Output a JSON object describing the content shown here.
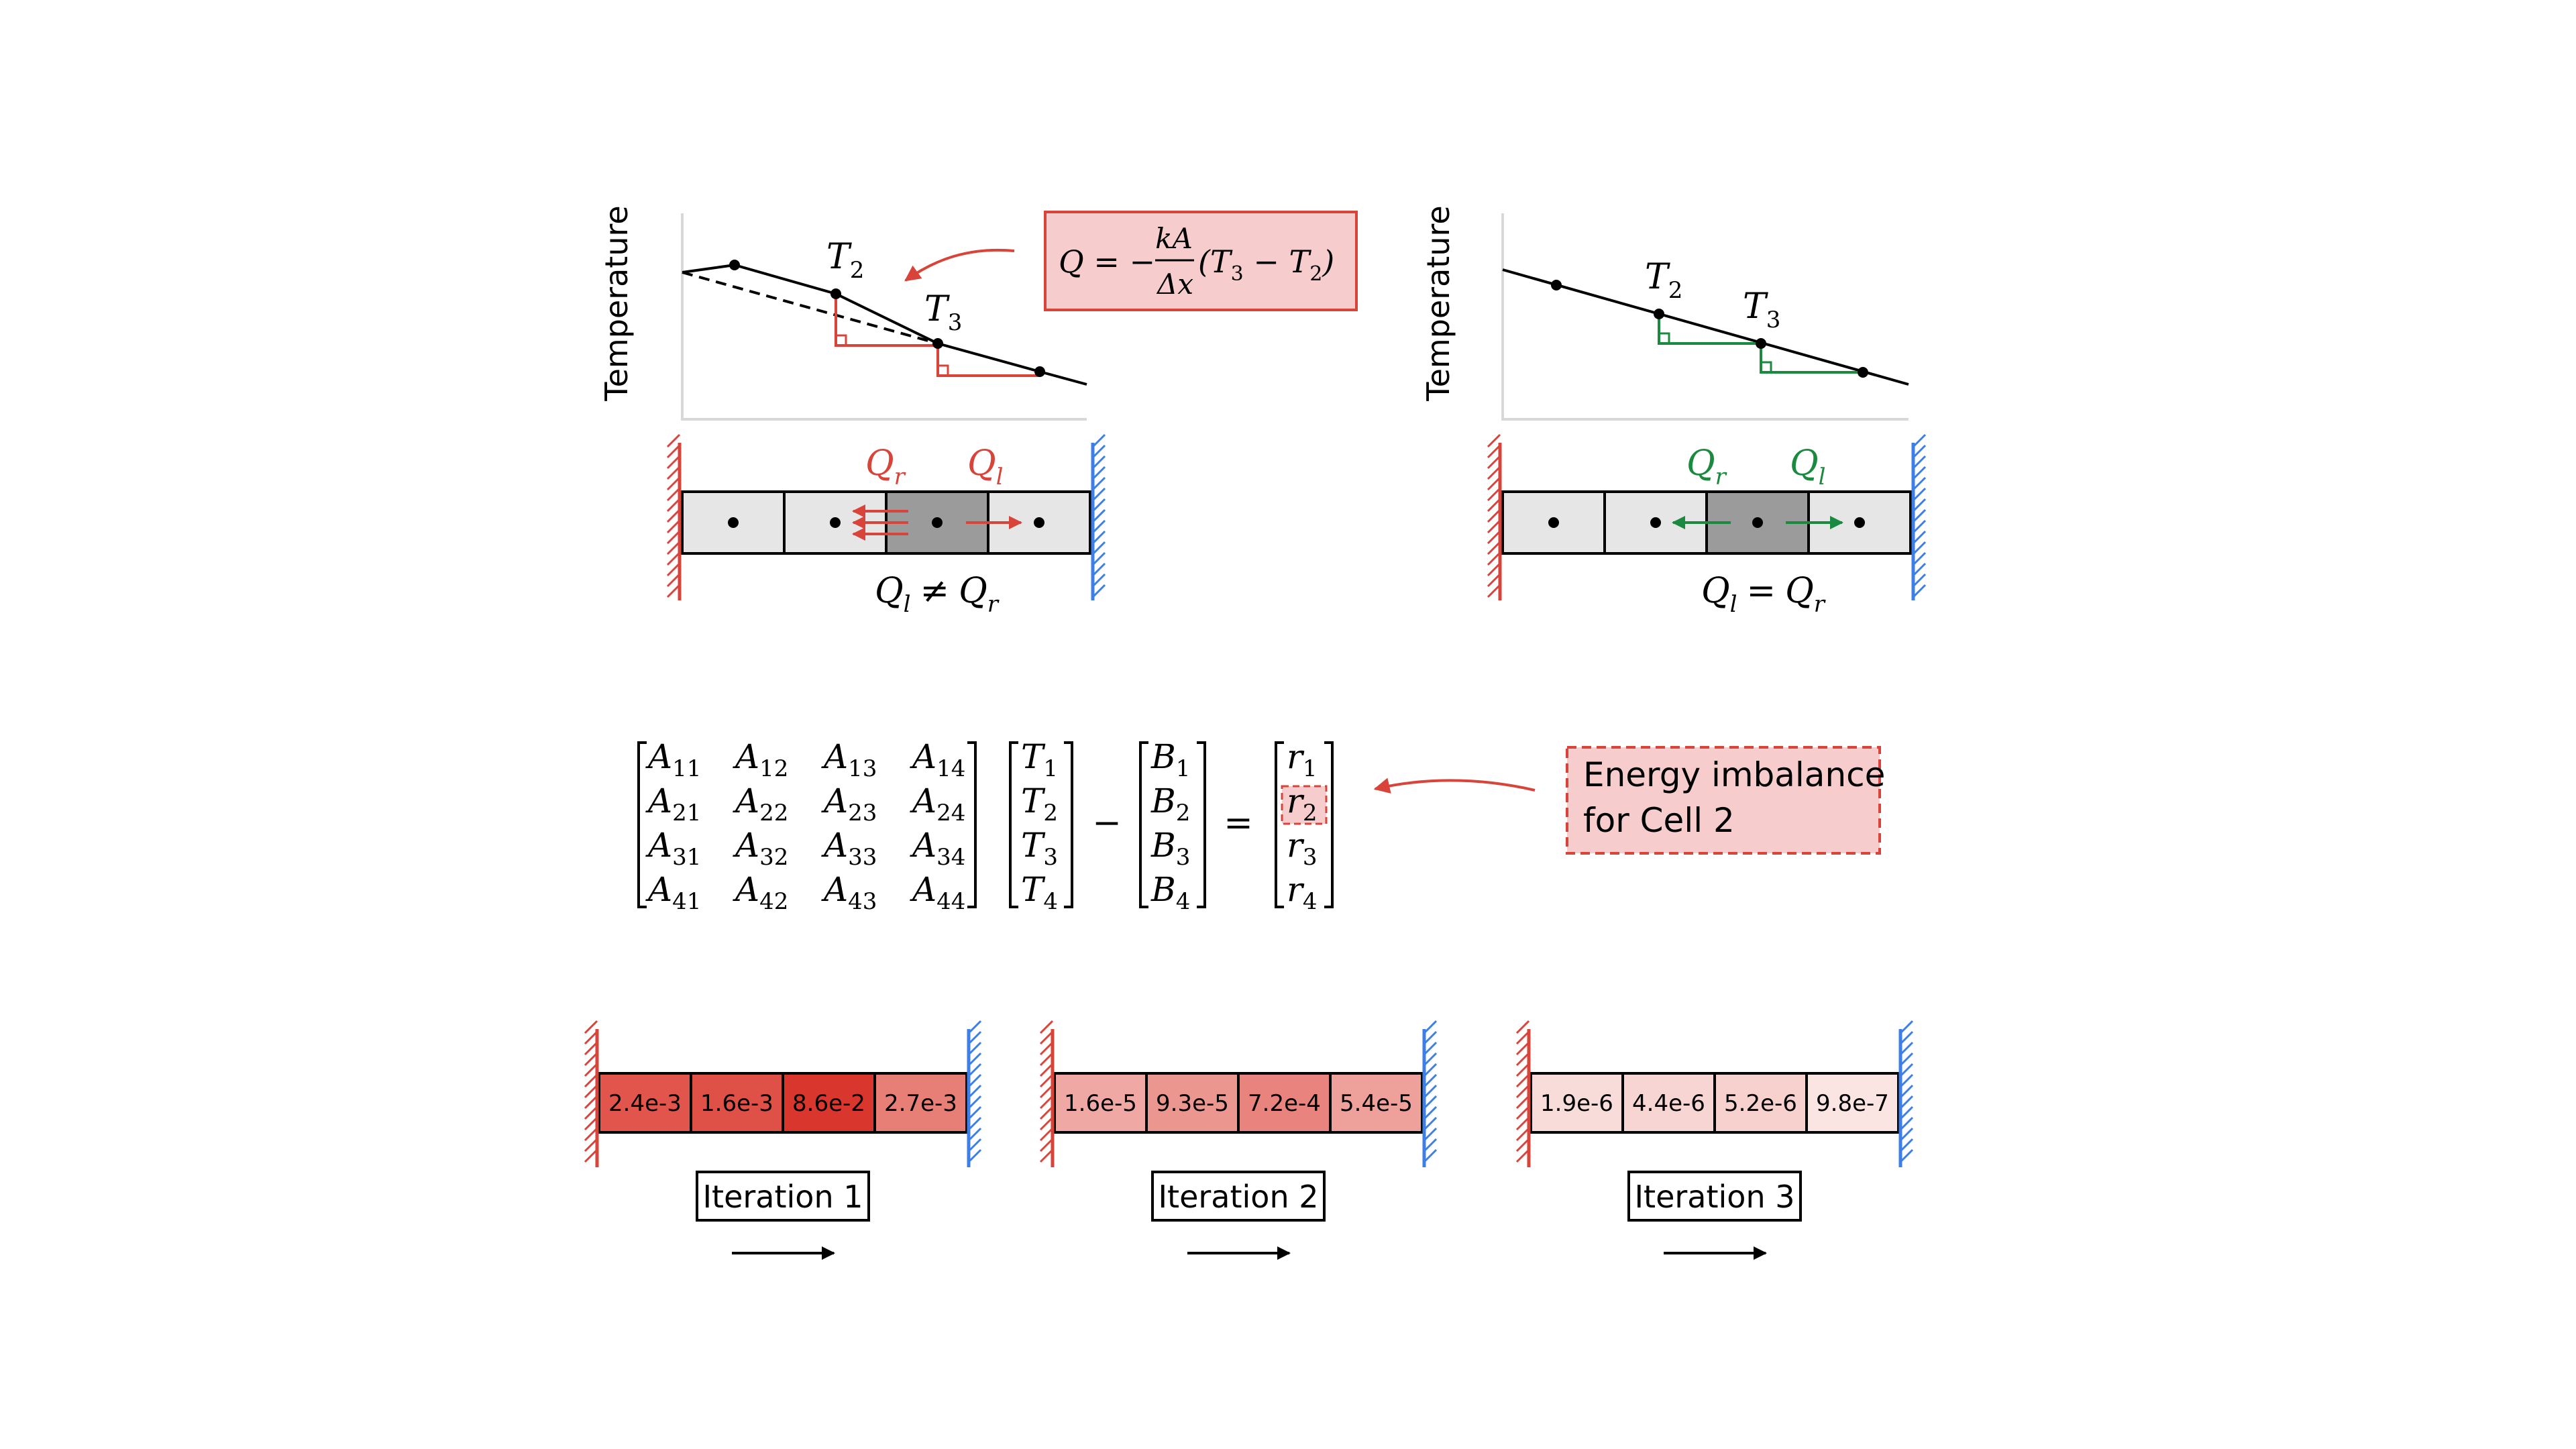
{
  "colors": {
    "red": "#d9443a",
    "green": "#1a8a3e",
    "blue": "#3d7fe6",
    "box_fill": "#f6cccc",
    "cell_light": "#e6e6e6",
    "cell_dark": "#9b9b9b"
  },
  "top_left": {
    "ylabel": "Temperature",
    "t2_label": "T",
    "t2_sub": "2",
    "t3_label": "T",
    "t3_sub": "3",
    "qr_label": "Q",
    "qr_sub": "r",
    "ql_label": "Q",
    "ql_sub": "l",
    "caption_left": "Q",
    "caption_left_sub": "l",
    "caption_op": "≠",
    "caption_right": "Q",
    "caption_right_sub": "r",
    "formula": {
      "lhs": "Q = −",
      "num": "kA",
      "den": "Δx",
      "paren": "(T",
      "s1": "3",
      "minus": " − T",
      "s2": "2",
      "close": ")"
    }
  },
  "top_right": {
    "ylabel": "Temperature",
    "t2_label": "T",
    "t2_sub": "2",
    "t3_label": "T",
    "t3_sub": "3",
    "qr_label": "Q",
    "qr_sub": "r",
    "ql_label": "Q",
    "ql_sub": "l",
    "caption_left": "Q",
    "caption_left_sub": "l",
    "caption_op": "=",
    "caption_right": "Q",
    "caption_right_sub": "r"
  },
  "matrix": {
    "A": [
      [
        "11",
        "12",
        "13",
        "14"
      ],
      [
        "21",
        "22",
        "23",
        "24"
      ],
      [
        "31",
        "32",
        "33",
        "34"
      ],
      [
        "41",
        "42",
        "43",
        "44"
      ]
    ],
    "A_sym": "A",
    "T_sym": "T",
    "T": [
      "1",
      "2",
      "3",
      "4"
    ],
    "B_sym": "B",
    "B": [
      "1",
      "2",
      "3",
      "4"
    ],
    "r_sym": "r",
    "r": [
      "1",
      "2",
      "3",
      "4"
    ],
    "minus": "−",
    "equals": "=",
    "callout_line1": "Energy imbalance",
    "callout_line2": "for Cell 2"
  },
  "iterations": [
    {
      "label": "Iteration 1",
      "values": [
        "2.4e-3",
        "1.6e-3",
        "8.6e-2",
        "2.7e-3"
      ],
      "fills": [
        "#e2554c",
        "#df5047",
        "#d9362d",
        "#e77f77"
      ]
    },
    {
      "label": "Iteration 2",
      "values": [
        "1.6e-5",
        "9.3e-5",
        "7.2e-4",
        "5.4e-5"
      ],
      "fills": [
        "#efa8a3",
        "#ec9690",
        "#e8847d",
        "#eea19b"
      ]
    },
    {
      "label": "Iteration 3",
      "values": [
        "1.9e-6",
        "4.4e-6",
        "5.2e-6",
        "9.8e-7"
      ],
      "fills": [
        "#f8dcda",
        "#f7d5d2",
        "#f6d1ce",
        "#fae5e3"
      ]
    }
  ]
}
